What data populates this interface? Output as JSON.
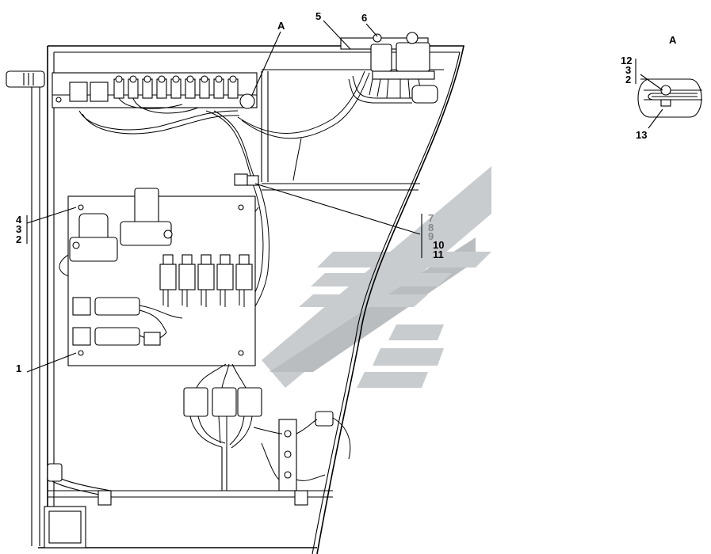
{
  "diagram": {
    "view_label": "A",
    "detail": {
      "title": "A",
      "callouts_stack": [
        "12",
        "3",
        "2"
      ],
      "callout_bottom": "13"
    },
    "callouts": {
      "top_a": "A",
      "top_5": "5",
      "top_6": "6",
      "left_stack": [
        "4",
        "3",
        "2"
      ],
      "left_1": "1",
      "right_stack": [
        "7",
        "8",
        "9",
        "10",
        "11"
      ]
    },
    "colors": {
      "line": "#000000",
      "watermark": "#c9cccf",
      "background": "#ffffff"
    }
  }
}
